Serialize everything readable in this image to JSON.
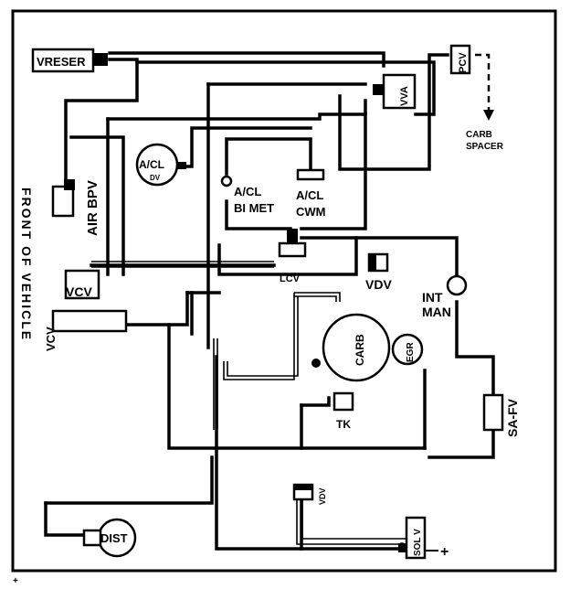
{
  "labels": {
    "vreser": "VRESER",
    "pcv": "PCV",
    "carb_spacer_1": "CARB",
    "carb_spacer_2": "SPACER",
    "vva": "VVA",
    "acl_dv_1": "A/CL",
    "acl_dv_2": "DV",
    "acl_bimet_1": "A/CL",
    "acl_bimet_2": "BI MET",
    "acl_cwm_1": "A/CL",
    "acl_cwm_2": "CWM",
    "air_bpv": "AIR BPV",
    "front_of_vehicle": "FRONT OF VEHICLE",
    "vcv_upper": "VCV",
    "vcv_lower": "VCV",
    "lcv": "LCV",
    "vdv_upper": "VDV",
    "int_man_1": "INT",
    "int_man_2": "MAN",
    "carb": "CARB",
    "egr": "EGR",
    "tk": "TK",
    "sa_fv": "SA-FV",
    "vdv_lower": "VDV",
    "dist": "DIST",
    "sol_v": "SOL V",
    "plus": "+"
  }
}
